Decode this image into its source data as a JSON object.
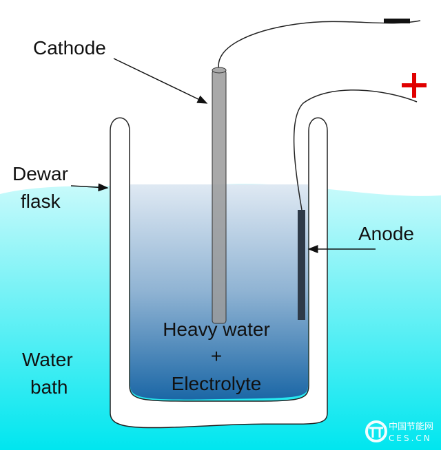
{
  "labels": {
    "cathode": "Cathode",
    "dewar_line1": "Dewar",
    "dewar_line2": "flask",
    "anode": "Anode",
    "water_line1": "Water",
    "water_line2": "bath",
    "electrolyte_line1": "Heavy water",
    "electrolyte_line2": "+",
    "electrolyte_line3": "Electrolyte",
    "negative": "−",
    "positive": "+"
  },
  "watermark": {
    "line1": "中国节能网",
    "line2": "CES.CN"
  },
  "colors": {
    "bath_top": "#c9fafb",
    "bath_bottom": "#00e6ef",
    "electrolyte_top": "#dfe9f3",
    "electrolyte_bottom": "#1b67a6",
    "cathode": "#9a9a9a",
    "anode": "#2e3a48",
    "positive": "#e00000"
  }
}
